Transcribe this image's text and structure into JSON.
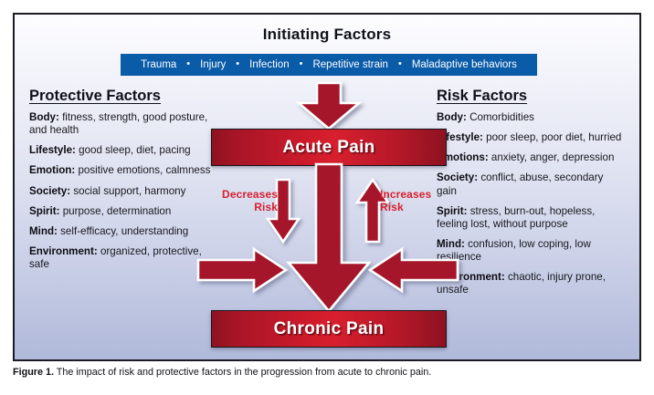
{
  "figure": {
    "header_title": "Initiating Factors",
    "initiating_factors": [
      "Trauma",
      "Injury",
      "Infection",
      "Repetitive strain",
      "Maladaptive behaviors"
    ],
    "separator": "•"
  },
  "protective": {
    "heading": "Protective Factors",
    "items": [
      {
        "label": "Body:",
        "text": " fitness, strength, good posture, and health"
      },
      {
        "label": "Lifestyle:",
        "text": " good sleep, diet, pacing"
      },
      {
        "label": "Emotion:",
        "text": " positive emotions, calmness"
      },
      {
        "label": "Society:",
        "text": " social support, harmony"
      },
      {
        "label": "Spirit:",
        "text": " purpose, determination"
      },
      {
        "label": "Mind:",
        "text": " self-efficacy, understanding"
      },
      {
        "label": "Environment:",
        "text": " organized, protective, safe"
      }
    ]
  },
  "risk": {
    "heading": "Risk Factors",
    "items": [
      {
        "label": "Body:",
        "text": " Comorbidities"
      },
      {
        "label": "Lifestyle:",
        "text": " poor sleep, poor diet, hurried"
      },
      {
        "label": "Emotions:",
        "text": " anxiety, anger, depression"
      },
      {
        "label": "Society:",
        "text": " conflict, abuse, secondary gain"
      },
      {
        "label": "Spirit:",
        "text": " stress, burn-out, hopeless, feeling lost, without purpose"
      },
      {
        "label": "Mind:",
        "text": " confusion, low coping, low resilience"
      },
      {
        "label": "Environment:",
        "text": " chaotic, injury prone, unsafe"
      }
    ]
  },
  "flow": {
    "acute_pain": "Acute Pain",
    "chronic_pain": "Chronic Pain",
    "decreases_risk": "Decreases\nRisk",
    "decreases_risk_line1": "Decreases",
    "decreases_risk_line2": "Risk",
    "increases_risk_line1": "Increases",
    "increases_risk_line2": "Risk"
  },
  "caption": {
    "prefix": "Figure 1.",
    "text": " The impact of risk and protective factors in the progression from acute to chronic pain."
  },
  "colors": {
    "blue_bar": "#0a5ba8",
    "box_red_bright": "#d81f2e",
    "box_red_dark": "#8e1220",
    "arrow_red": "#a5162a",
    "risk_label_red": "#d81f2e",
    "panel_border": "#1b1b22",
    "bg_top": "#fdfdff",
    "bg_bottom": "#b2badb"
  }
}
